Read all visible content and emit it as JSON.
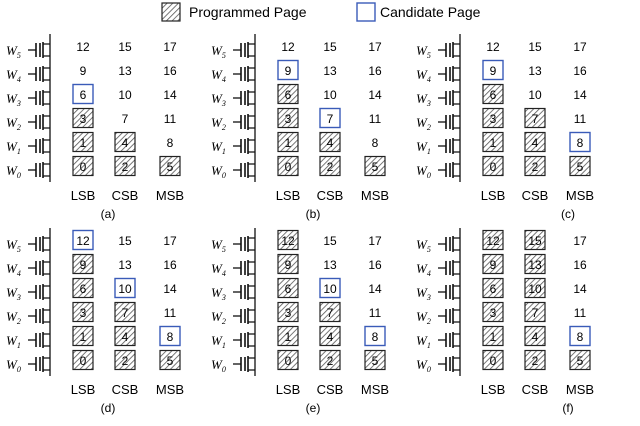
{
  "legend": {
    "programmed_label": "Programmed Page",
    "candidate_label": "Candidate Page",
    "candidate_color": "#3a5bb8"
  },
  "columns": [
    "LSB",
    "CSB",
    "MSB"
  ],
  "wordlines": [
    "5",
    "4",
    "3",
    "2",
    "1",
    "0"
  ],
  "page_numbers": [
    [
      "12",
      "15",
      "17"
    ],
    [
      "9",
      "13",
      "16"
    ],
    [
      "6",
      "10",
      "14"
    ],
    [
      "3",
      "7",
      "11"
    ],
    [
      "1",
      "4",
      "8"
    ],
    [
      "0",
      "2",
      "5"
    ]
  ],
  "panels": [
    {
      "caption": "(a)",
      "programmed": [
        "3",
        "1",
        "4",
        "0",
        "2",
        "5"
      ],
      "candidate": [
        "6"
      ]
    },
    {
      "caption": "(b)",
      "programmed": [
        "6",
        "3",
        "1",
        "4",
        "0",
        "2",
        "5"
      ],
      "candidate": [
        "9",
        "7"
      ]
    },
    {
      "caption": "(c)",
      "programmed": [
        "6",
        "7",
        "3",
        "1",
        "4",
        "0",
        "2",
        "5"
      ],
      "candidate": [
        "9",
        "8"
      ]
    },
    {
      "caption": "(d)",
      "programmed": [
        "9",
        "6",
        "7",
        "3",
        "1",
        "4",
        "0",
        "2",
        "5"
      ],
      "candidate": [
        "12",
        "10",
        "8"
      ]
    },
    {
      "caption": "(e)",
      "programmed": [
        "12",
        "9",
        "6",
        "7",
        "3",
        "1",
        "4",
        "0",
        "2",
        "5"
      ],
      "candidate": [
        "10",
        "8"
      ]
    },
    {
      "caption": "(f)",
      "programmed": [
        "12",
        "15",
        "9",
        "13",
        "6",
        "10",
        "3",
        "7",
        "1",
        "4",
        "0",
        "2",
        "5"
      ],
      "candidate": [
        "8"
      ]
    }
  ]
}
